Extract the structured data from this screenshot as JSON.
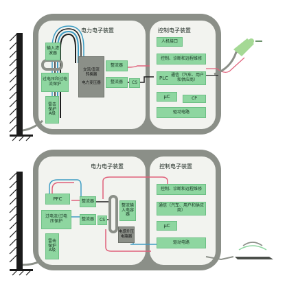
{
  "top": {
    "power_title": "电力电子装置",
    "control_title": "控制电子装置",
    "converter": [
      "交流/直流",
      "转换器"
    ],
    "transformer": "电力变压器",
    "input_filter": "输入滤波器",
    "overcurrent": "过电压和过电流保护",
    "surge_protect": "雷击保护A级",
    "rectifier_top": "整流器",
    "rectifier_bottom": "整流器",
    "cs": "CS",
    "hmi": "人机接口",
    "control_diag": "控制、诊断和远程维修",
    "plc": "PLC",
    "comm": "通信（汽车、用户和供应商）",
    "uc": "μC",
    "cp": "CP",
    "drive": "驱动电路"
  },
  "bottom": {
    "power_title": "电力电子装置",
    "control_title": "控制电子装置",
    "pfc": "PFC",
    "overcurrent": "过电流/过电压保护",
    "surge_protect": "雷击保护A级",
    "rectifier_top": "整流器",
    "rectifier_bottom": "整流器",
    "cs": "CS",
    "primary_input": "整流输入电容器",
    "resonance": "电感升压电路器",
    "control_diag": "控制、诊断和远程维修",
    "comm": "通信（汽车、用户和供应商）",
    "uc": "μC",
    "drive": "驱动电路"
  },
  "colors": {
    "housing": "#8b8f88",
    "panel": "#f2f3ef",
    "module": "#8ed6a0",
    "wire_red": "#e0607a",
    "wire_blue": "#3f9dc4",
    "wire_black": "#1e1e1e",
    "connector": "#a5d995",
    "wall": "#1a1a1a"
  }
}
